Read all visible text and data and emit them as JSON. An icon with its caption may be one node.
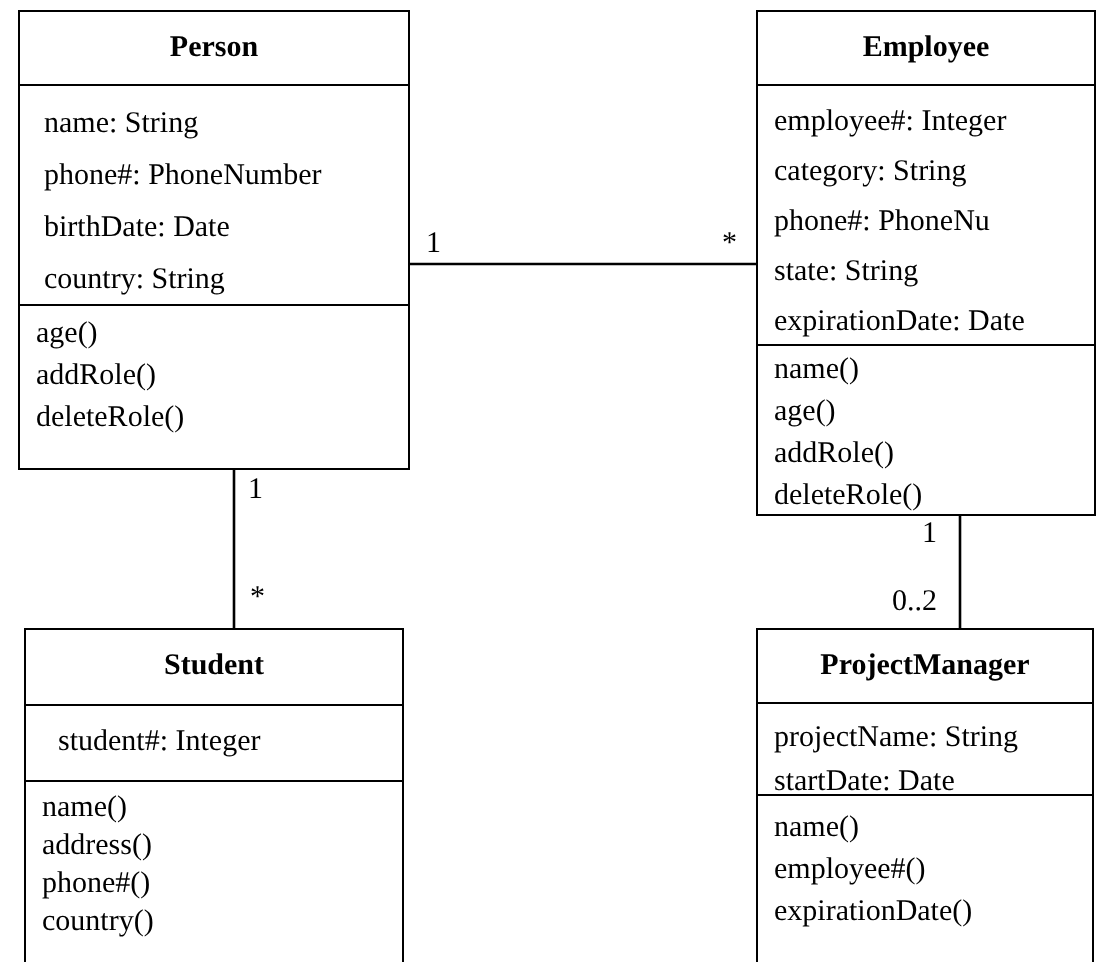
{
  "diagram": {
    "nodes": [
      {
        "text": [
          "Person"
        ]
      },
      {
        "text": [
          "name: String",
          "phone#: PhoneNumber",
          "birthDate: Date",
          "country: String"
        ],
        "in": 0
      },
      {
        "text": [
          "age()",
          "addRole()",
          "deleteRole()"
        ],
        "in": 0
      },
      {
        "text": [
          "Employee"
        ]
      },
      {
        "text": [
          "employee#: Integer",
          "category: String",
          "phone#: PhoneNu",
          "state: String",
          "expirationDate: Date"
        ],
        "in": 3
      },
      {
        "text": [
          "name()",
          "age()",
          "addRole()",
          "deleteRole()"
        ],
        "in": 3
      },
      {
        "text": [
          "Student"
        ]
      },
      {
        "text": [
          "student#: Integer"
        ],
        "in": 6
      },
      {
        "text": [
          "name()",
          "address()",
          "phone#()",
          "country()"
        ],
        "in": 6
      },
      {
        "text": [
          "ProjectManager"
        ]
      },
      {
        "text": [
          "projectName: String",
          "startDate: Date"
        ],
        "in": 9
      },
      {
        "text": [
          "name()",
          "employee#()",
          "expirationDate()"
        ],
        "in": 9
      }
    ],
    "edges": [
      {
        "from": 0,
        "to": 3,
        "arrow": "none"
      },
      {
        "from": 0,
        "to": 6,
        "arrow": "none"
      },
      {
        "from": 3,
        "to": 9,
        "arrow": "none"
      }
    ],
    "labels": [
      "1",
      "*",
      "1",
      "*",
      "1",
      "0..2"
    ]
  }
}
